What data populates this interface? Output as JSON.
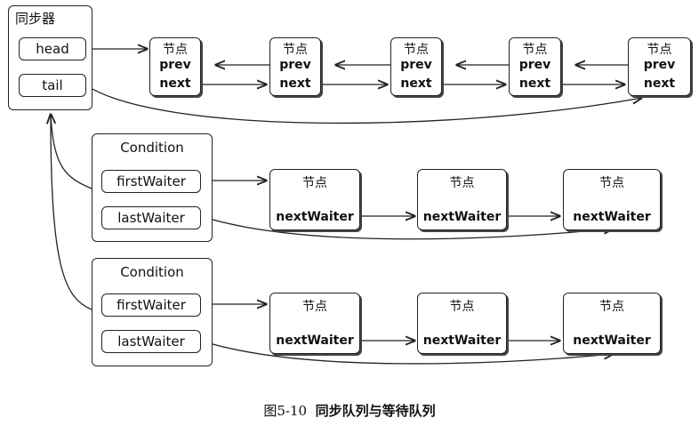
{
  "sync": {
    "title": "同步器",
    "head_label": "head",
    "tail_label": "tail"
  },
  "sync_queue": {
    "nodes": [
      {
        "title": "节点",
        "prev": "prev",
        "next": "next"
      },
      {
        "title": "节点",
        "prev": "prev",
        "next": "next"
      },
      {
        "title": "节点",
        "prev": "prev",
        "next": "next"
      },
      {
        "title": "节点",
        "prev": "prev",
        "next": "next"
      },
      {
        "title": "节点",
        "prev": "prev",
        "next": "next"
      }
    ]
  },
  "conditions": [
    {
      "title": "Condition",
      "first_label": "firstWaiter",
      "last_label": "lastWaiter",
      "nodes": [
        {
          "title": "节点",
          "field": "nextWaiter"
        },
        {
          "title": "节点",
          "field": "nextWaiter"
        },
        {
          "title": "节点",
          "field": "nextWaiter"
        }
      ]
    },
    {
      "title": "Condition",
      "first_label": "firstWaiter",
      "last_label": "lastWaiter",
      "nodes": [
        {
          "title": "节点",
          "field": "nextWaiter"
        },
        {
          "title": "节点",
          "field": "nextWaiter"
        },
        {
          "title": "节点",
          "field": "nextWaiter"
        }
      ]
    }
  ],
  "caption": {
    "figure": "图5-10",
    "text": "同步队列与等待队列"
  }
}
